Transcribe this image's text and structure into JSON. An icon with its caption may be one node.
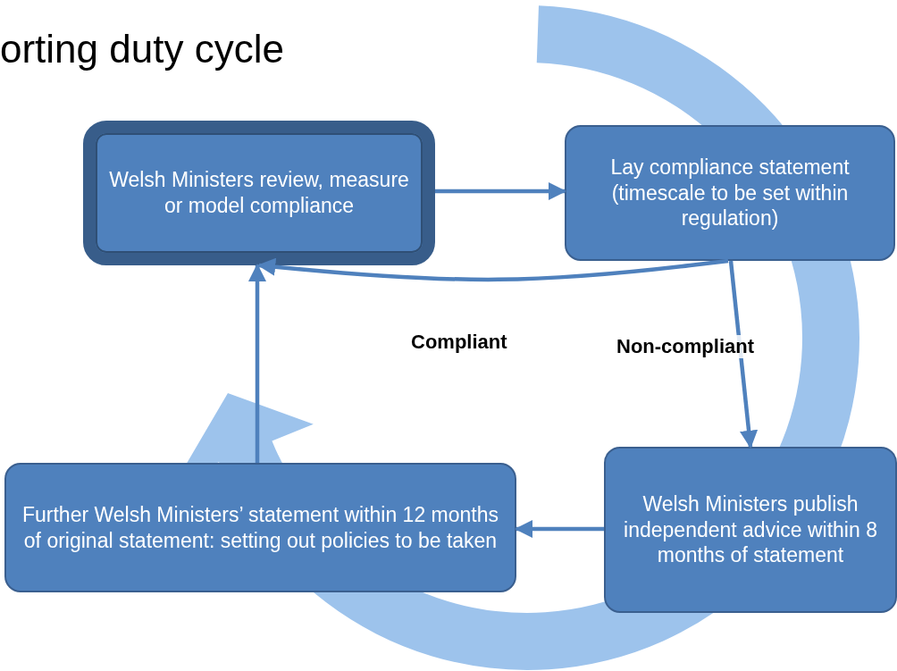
{
  "diagram": {
    "title": "orting duty cycle",
    "nodes": [
      {
        "text": [
          "Welsh Ministers review, measure or model compliance"
        ]
      },
      {
        "text": [
          "Lay compliance statement (timescale to be set within regulation)"
        ]
      },
      {
        "text": [
          "Welsh Ministers publish independent advice within 8 months of statement"
        ]
      },
      {
        "text": [
          "Further Welsh Ministers’ statement within 12 months of original statement: setting out policies to be taken"
        ]
      }
    ],
    "edges": [
      {
        "from": 0,
        "to": 1,
        "arrow": "to"
      },
      {
        "from": 1,
        "to": 0,
        "arrow": "to",
        "label": "Compliant"
      },
      {
        "from": 1,
        "to": 2,
        "arrow": "to",
        "label": "Non-compliant"
      },
      {
        "from": 2,
        "to": 3,
        "arrow": "to"
      },
      {
        "from": 3,
        "to": 0,
        "arrow": "to"
      }
    ]
  }
}
